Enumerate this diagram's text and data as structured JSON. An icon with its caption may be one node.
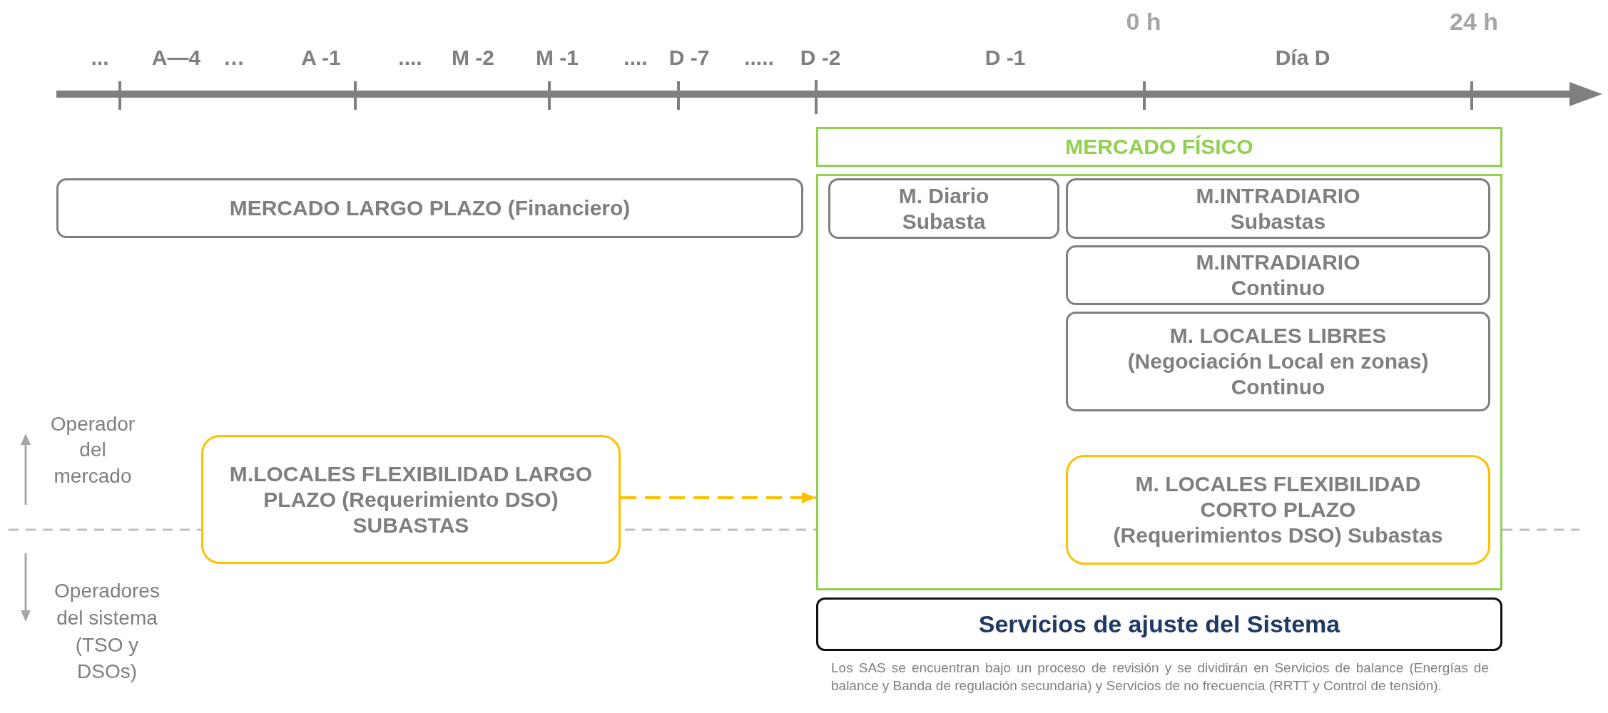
{
  "diagram": {
    "nodes": [
      {
        "text": [
          "MERCADO FÍSICO"
        ]
      },
      {
        "text": [],
        "shape": "box"
      },
      {
        "text": [
          "MERCADO LARGO PLAZO (Financiero)"
        ]
      },
      {
        "text": [
          "M. Diario",
          "Subasta"
        ],
        "in": 1
      },
      {
        "text": [
          "M.INTRADIARIO",
          "Subastas"
        ],
        "in": 1
      },
      {
        "text": [
          "M.INTRADIARIO",
          "Continuo"
        ],
        "in": 1
      },
      {
        "text": [
          "M. LOCALES LIBRES",
          "(Negociación Local en zonas)",
          "Continuo"
        ],
        "in": 1
      },
      {
        "text": [
          "M. LOCALES FLEXIBILIDAD",
          "CORTO PLAZO",
          "(Requerimientos DSO) Subastas"
        ],
        "in": 1
      },
      {
        "text": [
          "M.LOCALES FLEXIBILIDAD LARGO PLAZO (Requerimiento DSO)",
          "SUBASTAS"
        ]
      },
      {
        "text": [
          "Servicios de ajuste del Sistema"
        ],
        "beside": [
          "Los SAS se encuentran bajo un proceso de revisión y se dividirán en Servicios de balance (Energías de balance y Banda de regulación secundaria) y Servicios de no frecuencia (RRTT y Control de tensión)."
        ]
      }
    ],
    "edges": [
      {
        "from": 8,
        "to": 1,
        "arrow": "to",
        "style": "dashed",
        "color": "#ffc000"
      }
    ],
    "labels": [
      "0 h",
      "24 h",
      "...",
      "A—4",
      "…",
      "A -1",
      "....",
      "M -2",
      "M -1",
      "....",
      "D -7",
      ".....",
      "D -2",
      "D -1",
      "Día D",
      "Operador del mercado",
      "Operadores del sistema (TSO y DSOs)"
    ]
  }
}
